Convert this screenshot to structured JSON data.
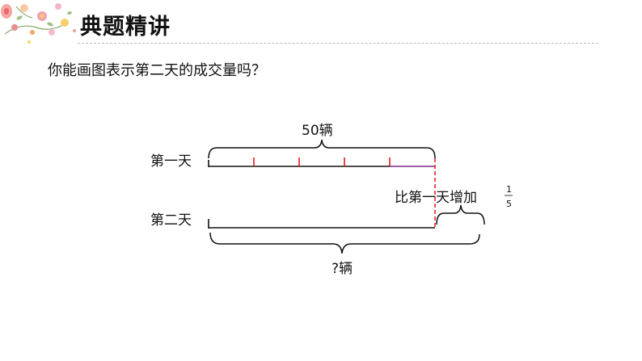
{
  "header": {
    "title": "典题精讲"
  },
  "question": "你能画图表示第二天的成交量吗？",
  "diagram": {
    "day1_label": "第一天",
    "day2_label": "第二天",
    "day1_total": "50辆",
    "increase_text": "比第一天增加",
    "fraction_numerator": "1",
    "fraction_denominator": "5",
    "day2_total": "?辆",
    "segments": 5
  },
  "colors": {
    "bar": "#111111",
    "segment_tick": "#e21b1b",
    "extension_bar": "#7a2a8c",
    "dashed_guide": "#e21b1b",
    "divider": "#b8b8b8"
  },
  "icons": [
    "floral-decoration-icon"
  ]
}
